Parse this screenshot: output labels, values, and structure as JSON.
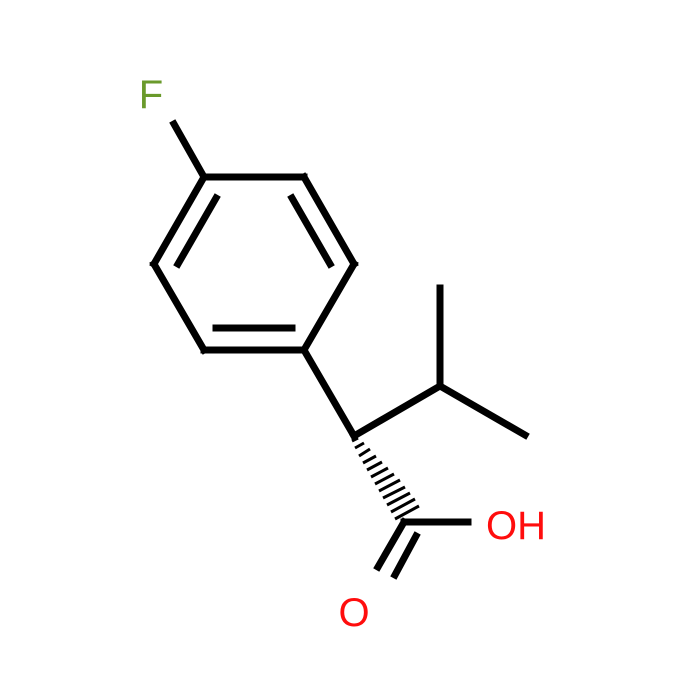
{
  "molecule": {
    "atoms": [
      {
        "id": "F",
        "label": "F",
        "color": "#6a9a2b"
      },
      {
        "id": "OH",
        "label": "OH",
        "color": "#ff0d0d"
      },
      {
        "id": "O",
        "label": "O",
        "color": "#ff0d0d"
      }
    ],
    "bond_color": "#000000",
    "stereo_bond": "hashed-wedge"
  }
}
